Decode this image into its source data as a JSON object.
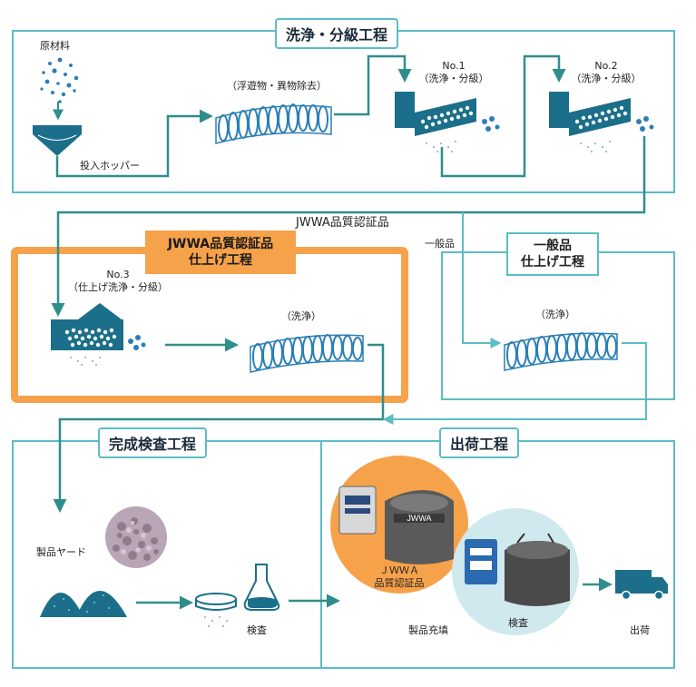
{
  "sections": {
    "wash_classify": {
      "title": "洗浄・分級工程"
    },
    "jwwa_finish": {
      "title_line1": "JWWA品質認証品",
      "title_line2": "仕上げ工程"
    },
    "general_finish": {
      "title_line1": "一般品",
      "title_line2": "仕上げ工程"
    },
    "inspection": {
      "title": "完成検査工程"
    },
    "shipping": {
      "title": "出荷工程"
    }
  },
  "labels": {
    "raw_material": "原材料",
    "hopper": "投入ホッパー",
    "float_removal": "（浮遊物・異物除去）",
    "no1_title": "No.1",
    "no1_sub": "（洗浄・分級）",
    "no2_title": "No.2",
    "no2_sub": "（洗浄・分級）",
    "no3_title": "No.3",
    "no3_sub": "（仕上げ洗浄・分級）",
    "wash_jwwa": "（洗浄）",
    "wash_general": "（洗浄）",
    "branch_jwwa": "JWWA品質認証品",
    "branch_general": "一般品",
    "product_yard": "製品ヤード",
    "inspect": "検査",
    "filling": "製品充填",
    "jwwa_cert_line1": "ＪＷＷＡ",
    "jwwa_cert_line2": "品質認証品",
    "inspect_ship": "検査",
    "ship": "出荷"
  },
  "colors": {
    "teal": "#1b6f8a",
    "frame": "#5bbcc6",
    "arrow": "#2f8e8c",
    "orange": "#f6a24a",
    "light_circle": "#cfe9ee"
  }
}
